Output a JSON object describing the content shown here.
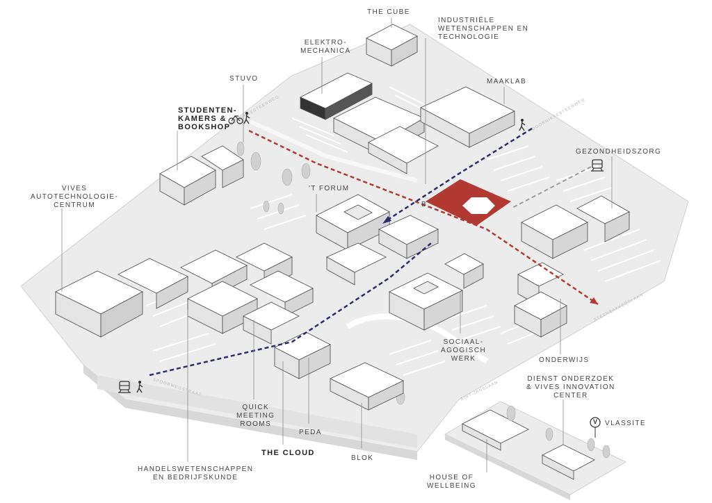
{
  "colors": {
    "ground": "#ececec",
    "ground_edge": "#d6d6d6",
    "building_top": "#ffffff",
    "building_side": "#e4e4e4",
    "building_line": "#555555",
    "highlight": "#b23a33",
    "route_red": "#b23a33",
    "route_blue": "#2c2d6e",
    "leader": "#8a8a8a",
    "label": "#444444"
  },
  "labels": {
    "the_cube": "THE CUBE",
    "industriele": "INDUSTRIËLE\nWETENSCHAPPEN EN\nTECHNOLOGIE",
    "elektromechanica": "ELEKTRO-\nMECHANICA",
    "stuvo": "STUVO",
    "maaklab": "MAAKLAB",
    "studentenkamers": "STUDENTEN-\nKAMERS &\nBOOKSHOP",
    "gezondheidszorg": "GEZONDHEIDSZORG",
    "vives_auto": "VIVES\nAUTOTECHNOLOGIE-\nCENTRUM",
    "forum": "'T FORUM",
    "b_marker": "B",
    "sociaal_agogisch": "SOCIAAL-\nAGOGISCH\nWERK",
    "onderwijs": "ONDERWIJS",
    "dienst_onderzoek": "DIENST ONDERZOEK\n& VIVES INNOVATION\nCENTER",
    "vlassite": "VLASSITE",
    "vlassite_badge": "V",
    "quick_meeting": "QUICK\nMEETING\nROOMS",
    "peda": "PEDA",
    "the_cloud": "THE CLOUD",
    "blok": "BLOK",
    "handels": "HANDELSWETENSCHAPPEN\nEN BEDRIJFSKUNDE",
    "house_of_wellbeing": "HOUSE OF\nWELLBEING"
  },
  "streets": {
    "s1": "SPOORWEGSTRAAT",
    "s2": "DOORNIKSESTEENWEG",
    "s3": "DOORNIKSESTEENWEG",
    "s4": "STEENBAKKERSLAAN",
    "s5": "SINT-JANSLAAN"
  },
  "icons": {
    "stuvo_transport": "bicycle-pedestrian-icon",
    "top_right_walker": "pedestrian-icon",
    "gezondheid_train": "train-icon",
    "bottom_left_transport": "train-pedestrian-icon",
    "vlassite_marker": "v-marker-icon"
  }
}
